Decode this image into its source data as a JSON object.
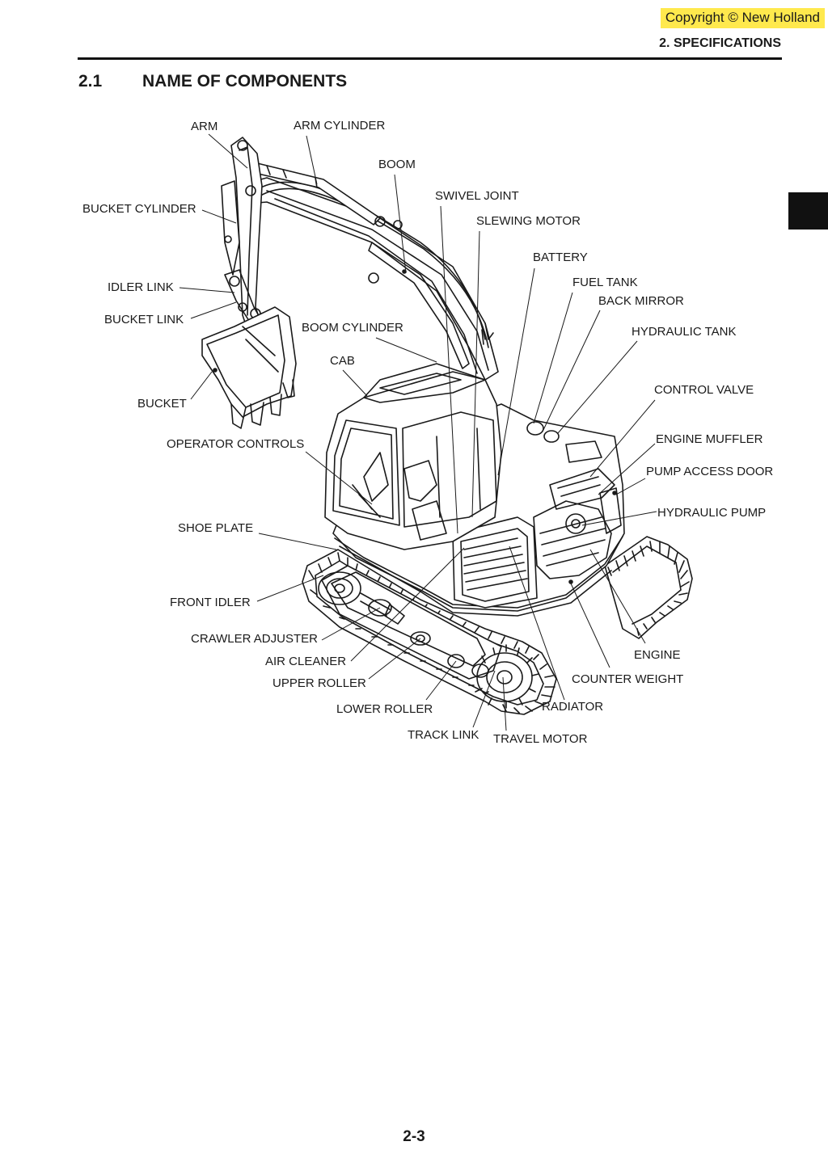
{
  "header": {
    "copyright": "Copyright © New Holland",
    "section": "2. SPECIFICATIONS"
  },
  "heading": {
    "number": "2.1",
    "title": "NAME OF COMPONENTS"
  },
  "labels": {
    "arm": "ARM",
    "arm_cylinder": "ARM CYLINDER",
    "boom": "BOOM",
    "swivel_joint": "SWIVEL JOINT",
    "bucket_cylinder": "BUCKET CYLINDER",
    "slewing_motor": "SLEWING MOTOR",
    "battery": "BATTERY",
    "idler_link": "IDLER LINK",
    "fuel_tank": "FUEL TANK",
    "back_mirror": "BACK MIRROR",
    "bucket_link": "BUCKET LINK",
    "boom_cylinder": "BOOM CYLINDER",
    "hydraulic_tank": "HYDRAULIC TANK",
    "cab": "CAB",
    "control_valve": "CONTROL VALVE",
    "bucket": "BUCKET",
    "engine_muffler": "ENGINE MUFFLER",
    "operator_controls": "OPERATOR CONTROLS",
    "pump_access_door": "PUMP ACCESS DOOR",
    "hydraulic_pump": "HYDRAULIC PUMP",
    "shoe_plate": "SHOE PLATE",
    "front_idler": "FRONT IDLER",
    "crawler_adjuster": "CRAWLER ADJUSTER",
    "engine": "ENGINE",
    "air_cleaner": "AIR CLEANER",
    "counter_weight": "COUNTER WEIGHT",
    "upper_roller": "UPPER ROLLER",
    "lower_roller": "LOWER ROLLER",
    "radiator": "RADIATOR",
    "track_link": "TRACK LINK",
    "travel_motor": "TRAVEL MOTOR"
  },
  "footer": {
    "page_number": "2-3"
  }
}
